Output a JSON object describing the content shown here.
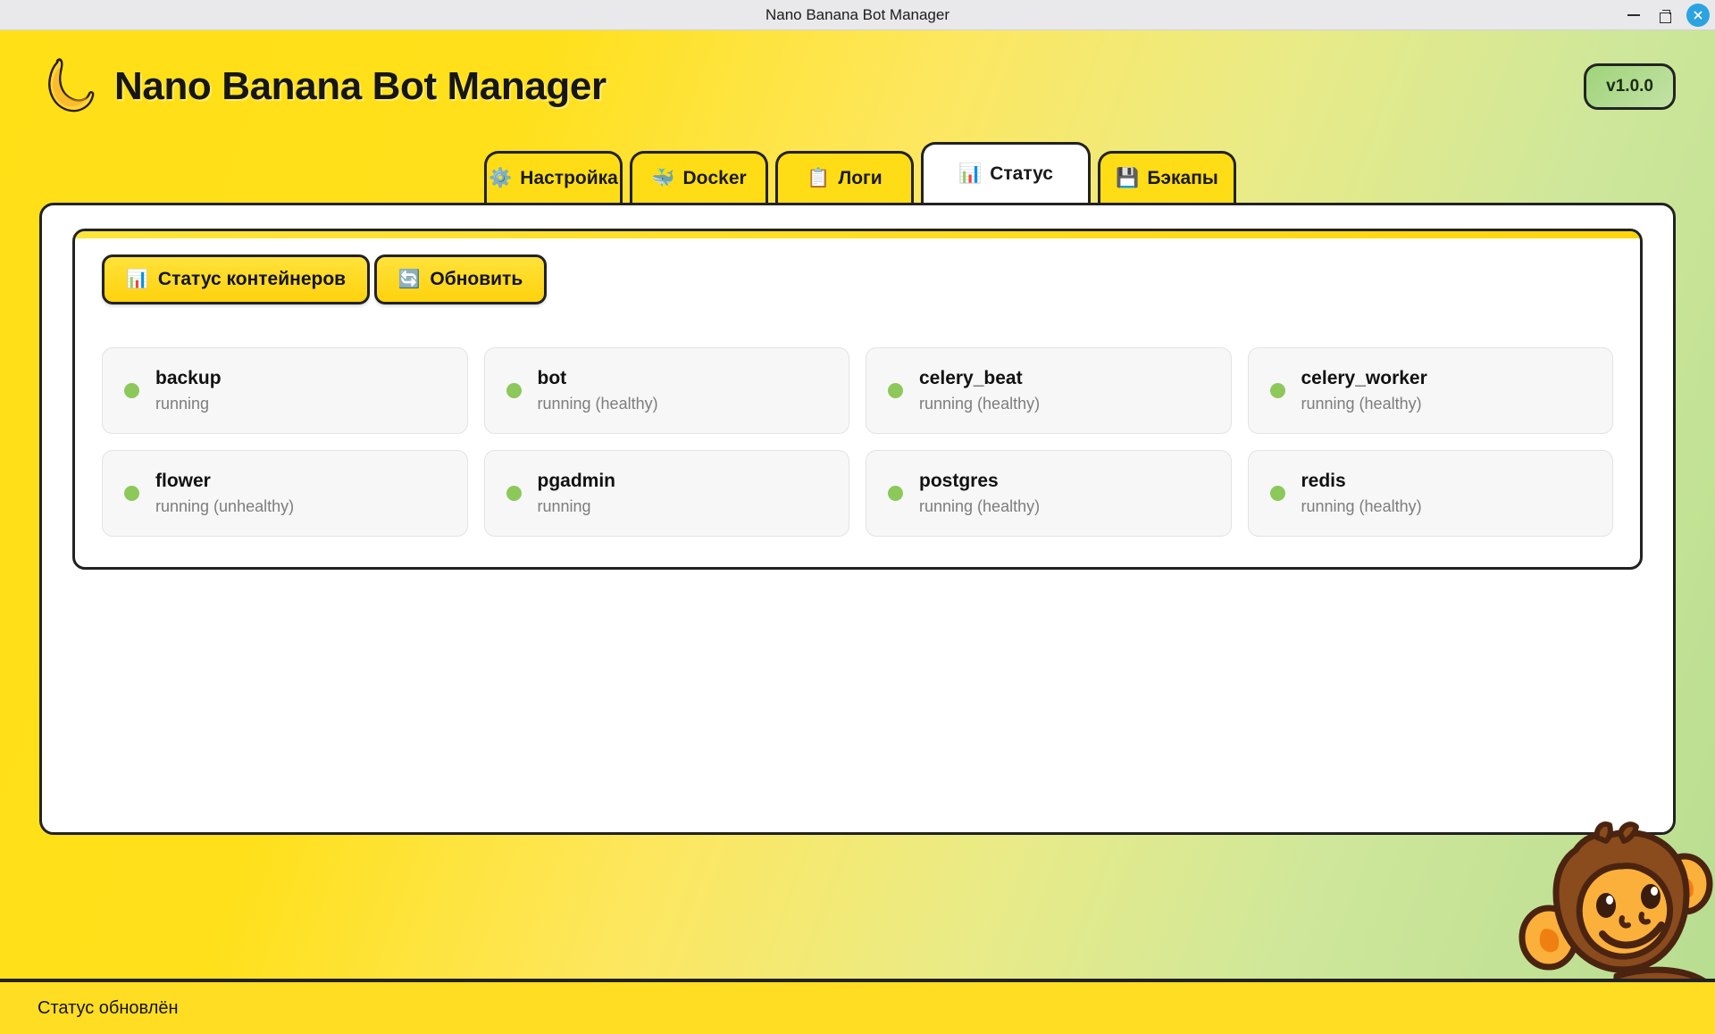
{
  "window": {
    "title": "Nano Banana Bot Manager",
    "minimize_label": "minimize",
    "maximize_label": "maximize",
    "close_label": "close"
  },
  "header": {
    "logo_icon": "banana-icon",
    "title": "Nano Banana Bot Manager",
    "version": "v1.0.0"
  },
  "tabs": [
    {
      "icon": "⚙️",
      "icon_name": "gear-icon",
      "label": "Настройка",
      "active": false
    },
    {
      "icon": "🐳",
      "icon_name": "docker-whale-icon",
      "label": "Docker",
      "active": false
    },
    {
      "icon": "📋",
      "icon_name": "clipboard-icon",
      "label": "Логи",
      "active": false
    },
    {
      "icon": "📊",
      "icon_name": "bar-chart-icon",
      "label": "Статус",
      "active": true
    },
    {
      "icon": "💾",
      "icon_name": "floppy-disk-icon",
      "label": "Бэкапы",
      "active": false
    }
  ],
  "panel": {
    "heading_button": {
      "icon": "📊",
      "icon_name": "bar-chart-icon",
      "label": "Статус контейнеров"
    },
    "refresh_button": {
      "icon": "🔄",
      "icon_name": "refresh-icon",
      "label": "Обновить"
    },
    "containers": [
      {
        "name": "backup",
        "status": "running",
        "dot_color": "#8dc85a"
      },
      {
        "name": "bot",
        "status": "running (healthy)",
        "dot_color": "#8dc85a"
      },
      {
        "name": "celery_beat",
        "status": "running (healthy)",
        "dot_color": "#8dc85a"
      },
      {
        "name": "celery_worker",
        "status": "running (healthy)",
        "dot_color": "#8dc85a"
      },
      {
        "name": "flower",
        "status": "running (unhealthy)",
        "dot_color": "#8dc85a"
      },
      {
        "name": "pgadmin",
        "status": "running",
        "dot_color": "#8dc85a"
      },
      {
        "name": "postgres",
        "status": "running (healthy)",
        "dot_color": "#8dc85a"
      },
      {
        "name": "redis",
        "status": "running (healthy)",
        "dot_color": "#8dc85a"
      }
    ]
  },
  "mascot": {
    "icon_name": "monkey-mascot"
  },
  "statusbar": {
    "text": "Статус обновлён"
  },
  "colors": {
    "brand_yellow": "#ffdd16",
    "accent_green": "#9fd47a",
    "status_dot_green": "#8dc85a",
    "border_dark": "#222222"
  }
}
